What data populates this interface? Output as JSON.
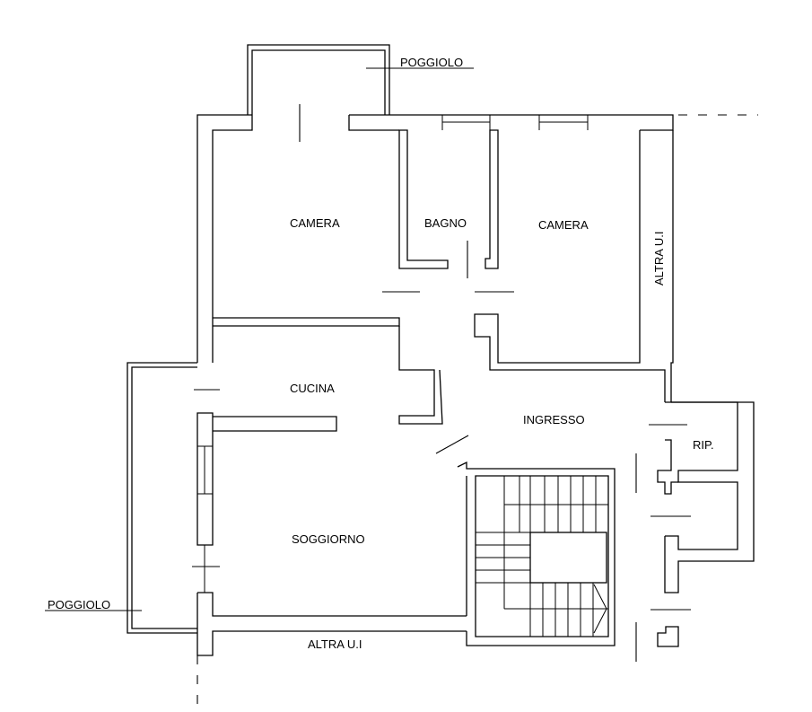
{
  "rooms": {
    "camera_left": "CAMERA",
    "bagno": "BAGNO",
    "camera_right": "CAMERA",
    "cucina": "CUCINA",
    "ingresso": "INGRESSO",
    "ripostiglio": "RIP.",
    "soggiorno": "SOGGIORNO"
  },
  "annotations": {
    "poggiolo_top": "POGGIOLO",
    "poggiolo_left": "POGGIOLO",
    "altra_ui_right": "ALTRA U.I",
    "altra_ui_bottom": "ALTRA U.I"
  }
}
